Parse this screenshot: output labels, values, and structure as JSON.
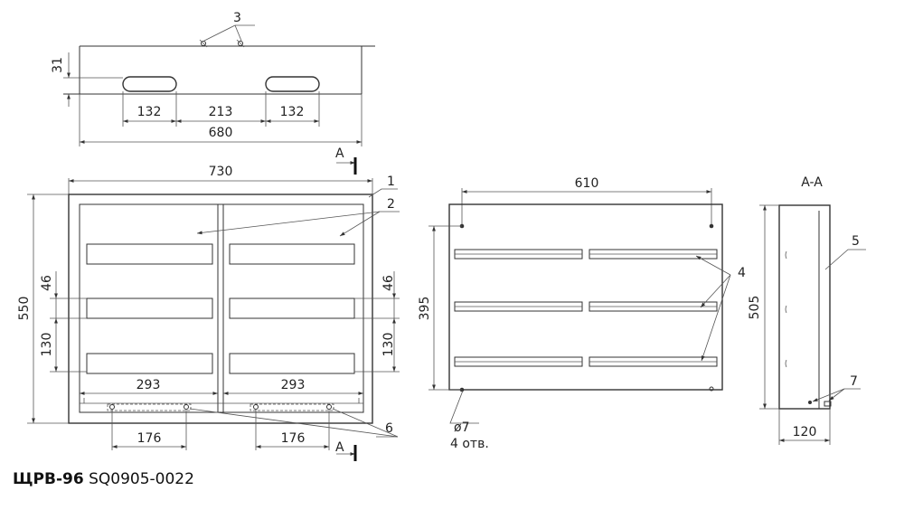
{
  "caption": {
    "model": "ЩРВ-96",
    "code": "SQ0905-0022"
  },
  "dimensions": {
    "top_slot_len": "132",
    "top_slot_gap": "213",
    "top_width": "680",
    "top_depth_31": "31",
    "front_width": "730",
    "front_height": "550",
    "rail_h_46": "46",
    "rail_pitch_130": "130",
    "half_width_293": "293",
    "gland_176": "176",
    "rear_hole_span": "610",
    "rear_hole_vert": "395",
    "hole_dia": "ø7",
    "hole_count": "4 отв.",
    "side_height": "505",
    "side_depth": "120"
  },
  "callouts": {
    "c1": "1",
    "c2": "2",
    "c3": "3",
    "c4": "4",
    "c5": "5",
    "c6": "6",
    "c7": "7"
  },
  "section_mark": "A",
  "section_title": "A-A"
}
